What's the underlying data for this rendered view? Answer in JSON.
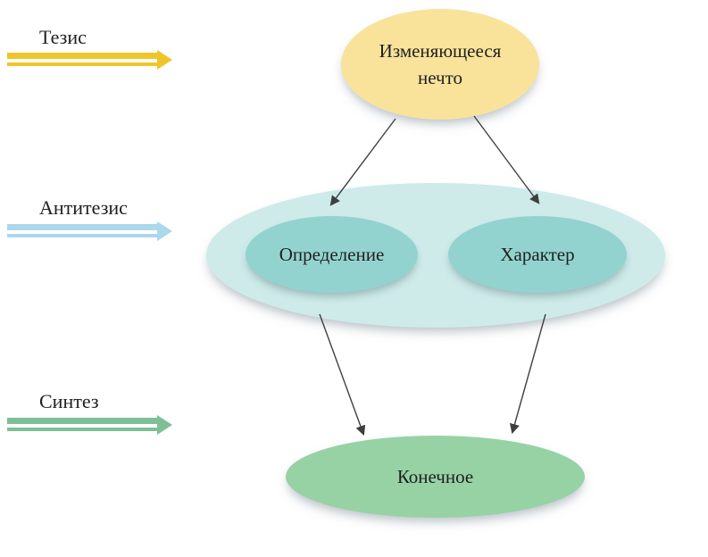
{
  "colors": {
    "connector": "#3f3f3f",
    "background": "#ffffff"
  },
  "legend": {
    "items": [
      {
        "label": "Тезис",
        "color": "#EEC62A"
      },
      {
        "label": "Антитезис",
        "color": "#ABD8EA"
      },
      {
        "label": "Синтез",
        "color": "#7EC095"
      }
    ]
  },
  "nodes": {
    "thesis": {
      "label": "Изменяющееся нечто",
      "fill": "#F9E39B"
    },
    "container": {
      "fill": "#CEEBEA"
    },
    "definition": {
      "label": "Определение",
      "fill": "#93D3CF"
    },
    "character": {
      "label": "Характер",
      "fill": "#93D3CF"
    },
    "final": {
      "label": "Конечное",
      "fill": "#97D2A5"
    }
  }
}
